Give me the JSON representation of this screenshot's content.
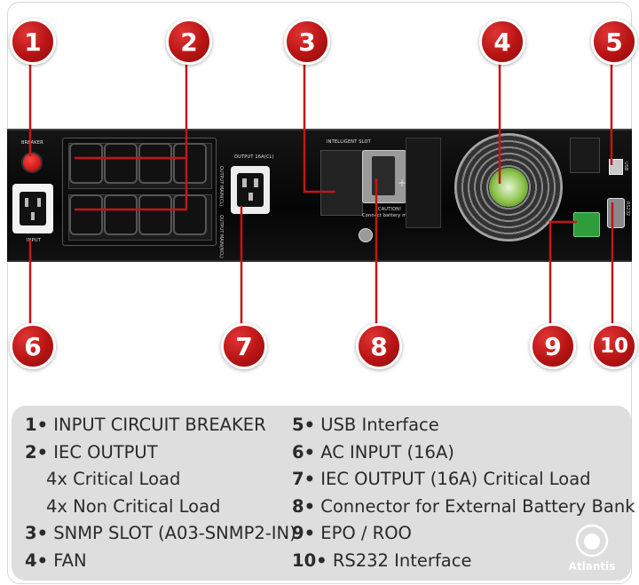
{
  "panel_labels": {
    "breaker": "BREAKER",
    "input": "INPUT",
    "output": "OUTPUT 16A(CL)",
    "slot": "INTELLIGENT SLOT",
    "usb": "USB",
    "rs232": "RS232",
    "battery_warning": "CAUTION!",
    "battery_warning_sub": "Connect battery module",
    "crit": "OUTPUT MAIN(CL)",
    "noncrit": "OUTPUT MAIN(NCL)"
  },
  "badges": [
    {
      "id": "1",
      "label": "1"
    },
    {
      "id": "2",
      "label": "2"
    },
    {
      "id": "3",
      "label": "3"
    },
    {
      "id": "4",
      "label": "4"
    },
    {
      "id": "5",
      "label": "5"
    },
    {
      "id": "6",
      "label": "6"
    },
    {
      "id": "7",
      "label": "7"
    },
    {
      "id": "8",
      "label": "8"
    },
    {
      "id": "9",
      "label": "9"
    },
    {
      "id": "10",
      "label": "10"
    }
  ],
  "legend": {
    "left": [
      {
        "num": "1",
        "text": "INPUT CIRCUIT BREAKER"
      },
      {
        "num": "2",
        "text": "IEC OUTPUT"
      },
      {
        "num": "",
        "text": "4x Critical Load"
      },
      {
        "num": "",
        "text": "4x Non Critical Load"
      },
      {
        "num": "3",
        "text": "SNMP SLOT (A03-SNMP2-IN)"
      },
      {
        "num": "4",
        "text": "FAN"
      }
    ],
    "right": [
      {
        "num": "5",
        "text": "USB Interface"
      },
      {
        "num": "6",
        "text": "AC INPUT (16A)"
      },
      {
        "num": "7",
        "text": "IEC OUTPUT (16A) Critical Load"
      },
      {
        "num": "8",
        "text": "Connector for External Battery Bank"
      },
      {
        "num": "9",
        "text": "EPO / ROO"
      },
      {
        "num": "10",
        "text": "RS232 Interface"
      }
    ],
    "separator": "•"
  },
  "logo": {
    "text": "Atlantis",
    "icon": "atlantis-circle-icon"
  },
  "colors": {
    "accent": "#c0171a",
    "legend_bg": "#dedede",
    "panel": "#0a0a0a"
  }
}
